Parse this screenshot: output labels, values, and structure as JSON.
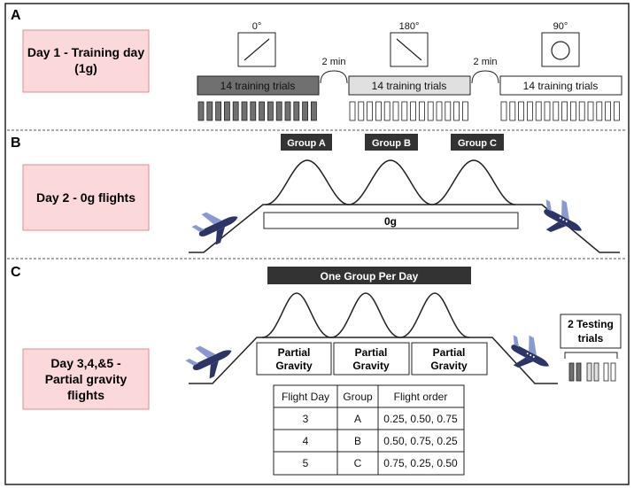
{
  "panel_a": {
    "label": "A",
    "day_box": [
      "Day 1 - Training day",
      "(1g)"
    ],
    "angles": [
      "0°",
      "180°",
      "90°"
    ],
    "trial_blocks": [
      "14 training trials",
      "14 training trials",
      "14 training trials"
    ],
    "gaps": [
      "2 min",
      "2 min"
    ],
    "colors": {
      "block1": "#707070",
      "block2": "#e0e0e0",
      "block3": "#ffffff"
    }
  },
  "panel_b": {
    "label": "B",
    "day_box": [
      "Day 2 - 0g flights"
    ],
    "groups": [
      "Group A",
      "Group B",
      "Group C"
    ],
    "condition": "0g"
  },
  "panel_c": {
    "label": "C",
    "day_box": [
      "Day 3,4,&5  -",
      "Partial gravity",
      "flights"
    ],
    "banner": "One Group Per Day",
    "partial": [
      [
        "Partial",
        "Gravity"
      ],
      [
        "Partial",
        "Gravity"
      ],
      [
        "Partial",
        "Gravity"
      ]
    ],
    "testing": [
      "2 Testing",
      "trials"
    ],
    "table": {
      "headers": [
        "Flight Day",
        "Group",
        "Flight order"
      ],
      "rows": [
        [
          "3",
          "A",
          "0.25, 0.50, 0.75"
        ],
        [
          "4",
          "B",
          "0.50, 0.75, 0.25"
        ],
        [
          "5",
          "C",
          "0.75, 0.25, 0.50"
        ]
      ]
    }
  },
  "colors": {
    "day_box_fill": "#fbd8da",
    "day_box_stroke": "#e08a90",
    "dark": "#333333",
    "plane": "#2c3566",
    "plane_accent": "#8a9ad0"
  }
}
